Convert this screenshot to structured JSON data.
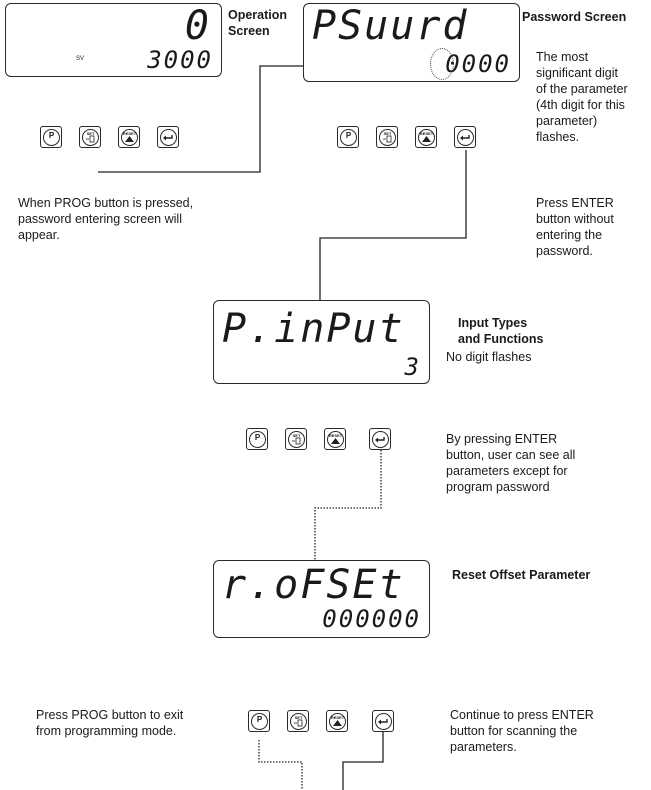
{
  "operation_screen": {
    "display_top": "0",
    "display_bottom": "3000",
    "sv_label": "SV",
    "label_line1": "Operation",
    "label_line2": "Screen"
  },
  "password_screen": {
    "display_top": "PSuurd",
    "display_bottom": "0000",
    "label": "Password Screen",
    "note": [
      "The most",
      "significant digit",
      "of the parameter",
      "(4th digit for this",
      "parameter)",
      "flashes."
    ]
  },
  "buttons": {
    "prog": "P",
    "set": "SET",
    "reset": "RESET"
  },
  "notes": {
    "prog_pressed": [
      "When PROG button is pressed,",
      "password entering screen will",
      "appear."
    ],
    "press_enter": [
      "Press ENTER",
      "button without",
      "entering the",
      "password."
    ],
    "enter_see_all": [
      "By pressing ENTER",
      "button, user can see all",
      "parameters except for",
      "program password"
    ],
    "exit": [
      "Press PROG button to exit",
      "from programming mode."
    ],
    "continue": [
      "Continue to press ENTER",
      "button for scanning the",
      "parameters."
    ]
  },
  "input_screen": {
    "display_top": "P.inPut",
    "display_bottom": "3",
    "label_line1": "Input Types",
    "label_line2": "and Functions",
    "note": "No digit flashes"
  },
  "reset_screen": {
    "display_top": "r.oFSEt",
    "display_bottom": "000000",
    "label": "Reset Offset Parameter"
  }
}
